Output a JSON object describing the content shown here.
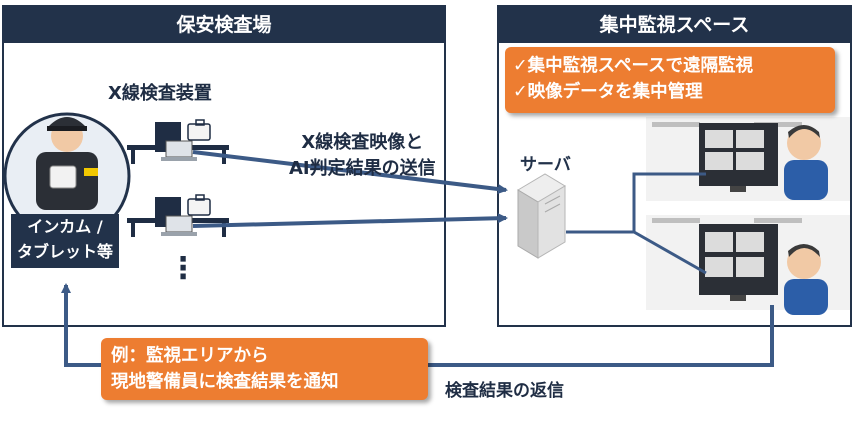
{
  "left_panel": {
    "title": "保安検査場"
  },
  "right_panel": {
    "title": "集中監視スペース"
  },
  "xray_label": "X線検査装置",
  "device_label": [
    "インカム /",
    "タブレット等"
  ],
  "ellipsis": "⋮",
  "transmit_label": [
    "X線検査映像と",
    "AI判定結果の送信"
  ],
  "server_label": "サーバ",
  "features": [
    "✓集中監視スペースで遠隔監視",
    "✓映像データを集中管理"
  ],
  "example_box": [
    "例：監視エリアから",
    "現地警備員に検査結果を通知"
  ],
  "return_label": "検査結果の返信",
  "colors": {
    "navy": "#22324a",
    "arrow": "#3c5a86",
    "orange": "#ed7d31"
  }
}
